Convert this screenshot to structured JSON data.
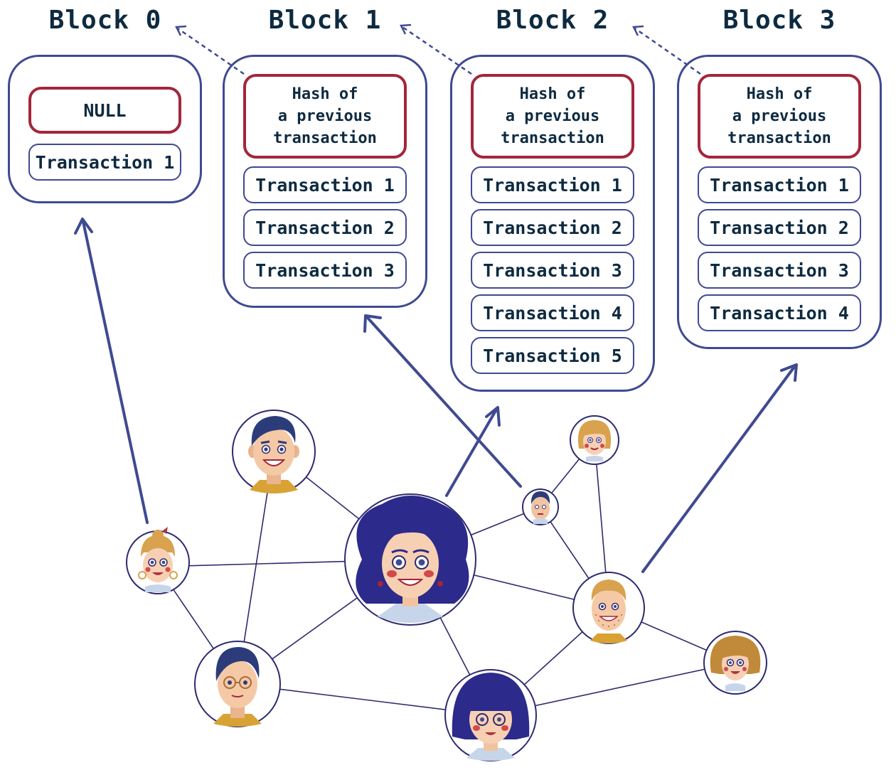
{
  "colors": {
    "block_border": "#3f4a91",
    "hash_border": "#a3263a",
    "text": "#0d2a40",
    "network_line": "#2e2a6e",
    "arrow": "#3f4a91"
  },
  "blocks": [
    {
      "title": "Block 0",
      "header": "NULL",
      "transactions": [
        "Transaction 1"
      ]
    },
    {
      "title": "Block 1",
      "header": "Hash of\na previous\ntransaction",
      "transactions": [
        "Transaction 1",
        "Transaction 2",
        "Transaction 3"
      ]
    },
    {
      "title": "Block 2",
      "header": "Hash of\na previous\ntransaction",
      "transactions": [
        "Transaction 1",
        "Transaction 2",
        "Transaction 3",
        "Transaction 4",
        "Transaction 5"
      ]
    },
    {
      "title": "Block 3",
      "header": "Hash of\na previous\ntransaction",
      "transactions": [
        "Transaction 1",
        "Transaction 2",
        "Transaction 3",
        "Transaction 4"
      ]
    }
  ],
  "network": {
    "nodes": [
      {
        "id": "woman-bun",
        "icon": "woman-bun-avatar-icon"
      },
      {
        "id": "man-smiling",
        "icon": "man-smiling-avatar-icon"
      },
      {
        "id": "woman-curly-hair",
        "icon": "woman-curly-hair-avatar-icon"
      },
      {
        "id": "man-small",
        "icon": "man-small-avatar-icon"
      },
      {
        "id": "woman-blonde-small",
        "icon": "woman-blonde-avatar-icon"
      },
      {
        "id": "man-beard",
        "icon": "man-beard-avatar-icon"
      },
      {
        "id": "woman-redhead",
        "icon": "woman-redhead-avatar-icon"
      },
      {
        "id": "man-glasses",
        "icon": "man-glasses-avatar-icon"
      },
      {
        "id": "woman-bob-hair",
        "icon": "woman-bob-hair-avatar-icon"
      }
    ],
    "links": [
      [
        "woman-bun",
        "woman-curly-hair"
      ],
      [
        "woman-bun",
        "man-glasses"
      ],
      [
        "man-smiling",
        "woman-curly-hair"
      ],
      [
        "man-smiling",
        "man-glasses"
      ],
      [
        "woman-curly-hair",
        "man-small"
      ],
      [
        "woman-curly-hair",
        "man-beard"
      ],
      [
        "woman-curly-hair",
        "man-glasses"
      ],
      [
        "woman-curly-hair",
        "woman-bob-hair"
      ],
      [
        "man-small",
        "woman-blonde-small"
      ],
      [
        "man-small",
        "man-beard"
      ],
      [
        "woman-blonde-small",
        "man-beard"
      ],
      [
        "man-beard",
        "woman-redhead"
      ],
      [
        "man-beard",
        "woman-bob-hair"
      ],
      [
        "woman-bob-hair",
        "man-glasses"
      ],
      [
        "woman-bob-hair",
        "woman-redhead"
      ]
    ],
    "submissions": [
      {
        "from": "woman-bun",
        "to_block": "Block 0"
      },
      {
        "from": "man-small",
        "to_block": "Block 1"
      },
      {
        "from": "woman-curly-hair",
        "to_block": "Block 2"
      },
      {
        "from": "man-beard",
        "to_block": "Block 3"
      }
    ]
  }
}
